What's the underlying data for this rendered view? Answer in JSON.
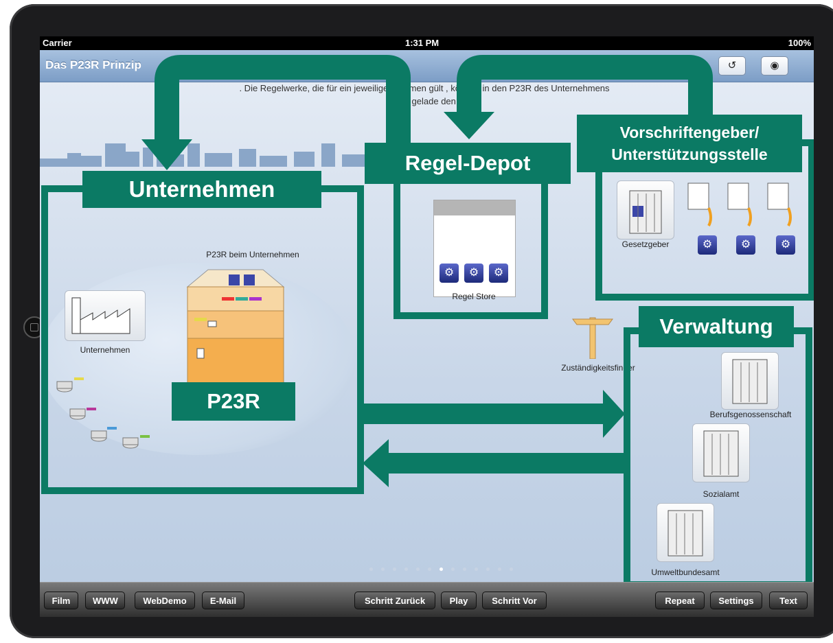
{
  "status_bar": {
    "carrier": "Carrier",
    "time": "1:31 PM",
    "battery": "100%"
  },
  "nav": {
    "title": "Das P23R Prinzip",
    "history_icon": "history-icon",
    "wifi_icon": "wifi-icon"
  },
  "intro_text": {
    "line1": ". Die Regelwerke, die für ein jeweiliges U     hmen gült     , können in den P23R des Unternehmens",
    "line2": "D     ad gelade     den."
  },
  "labels": {
    "unternehmen_header": "Unternehmen",
    "regel_depot_header": "Regel-Depot",
    "vorschriften_header_1": "Vorschriftengeber/",
    "vorschriften_header_2": "Unterstützungsstelle",
    "verwaltung_header": "Verwaltung",
    "p23r_box": "P23R",
    "p23r_beim": "P23R beim Unternehmen",
    "unternehmen_icon": "Unternehmen",
    "regel_store": "Regel Store",
    "gesetzgeber": "Gesetzgeber",
    "zustaendigkeit": "Zuständigkeitsfinder",
    "berufsgenossenschaft": "Berufsgenossenschaft",
    "sozialamt": "Sozialamt",
    "umweltbundesamt": "Umweltbundesamt"
  },
  "page_control": {
    "total": 13,
    "current": 7
  },
  "toolbar": {
    "film": "Film",
    "www": "WWW",
    "webdemo": "WebDemo",
    "email": "E-Mail",
    "schritt_zurueck": "Schritt Zurück",
    "play": "Play",
    "schritt_vor": "Schritt Vor",
    "repeat": "Repeat",
    "settings": "Settings",
    "text": "Text"
  },
  "colors": {
    "accent_green": "#0b7a64",
    "nav_blue": "#7c9dc6"
  }
}
